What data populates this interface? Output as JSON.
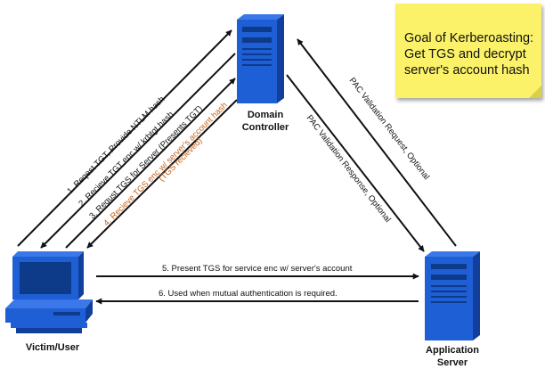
{
  "note": {
    "text_line1": "Goal of Kerberoasting:",
    "text_line2": "Get TGS and decrypt",
    "text_line3": "server's account hash"
  },
  "nodes": {
    "domain_controller": {
      "label_line1": "Domain",
      "label_line2": "Controller"
    },
    "victim": {
      "label": "Victim/User"
    },
    "app_server": {
      "label_line1": "Application",
      "label_line2": "Server"
    }
  },
  "messages": {
    "m1": "1. Reqest TGT, Provide NTLM hash",
    "m2": "2. Recieve TGT enc w/ krbtgt hash",
    "m3": "3. Requst TGS for Server (Presents TGT)",
    "m4_line1": "4. Recieve TGS enc w/ server's account hash",
    "m4_line2": "(TGS recieved)",
    "m5": "5. Present TGS for service enc w/ server's account",
    "m6": "6. Used when mutual authentication is required.",
    "pac_request": "PAC Validation Request, Optional",
    "pac_response": "PAC Validation Response, Optional"
  },
  "colors": {
    "server_blue": "#1f5fd6",
    "arrow": "#111111",
    "highlight": "#c8621a",
    "note_yellow": "#fbf26a"
  }
}
